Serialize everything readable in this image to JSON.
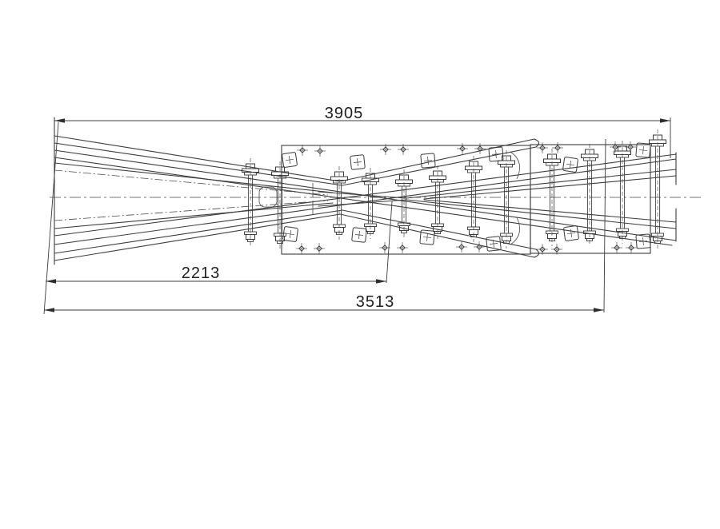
{
  "drawing": {
    "name": "rail-crossing-plan-view",
    "dimensions": {
      "overall_length": "3905",
      "distance_to_crossing_point": "2213",
      "baseplate_length": "3513"
    },
    "colors": {
      "line": "#3c3c3c",
      "text": "#1f1f1f",
      "background": "#ffffff"
    }
  }
}
